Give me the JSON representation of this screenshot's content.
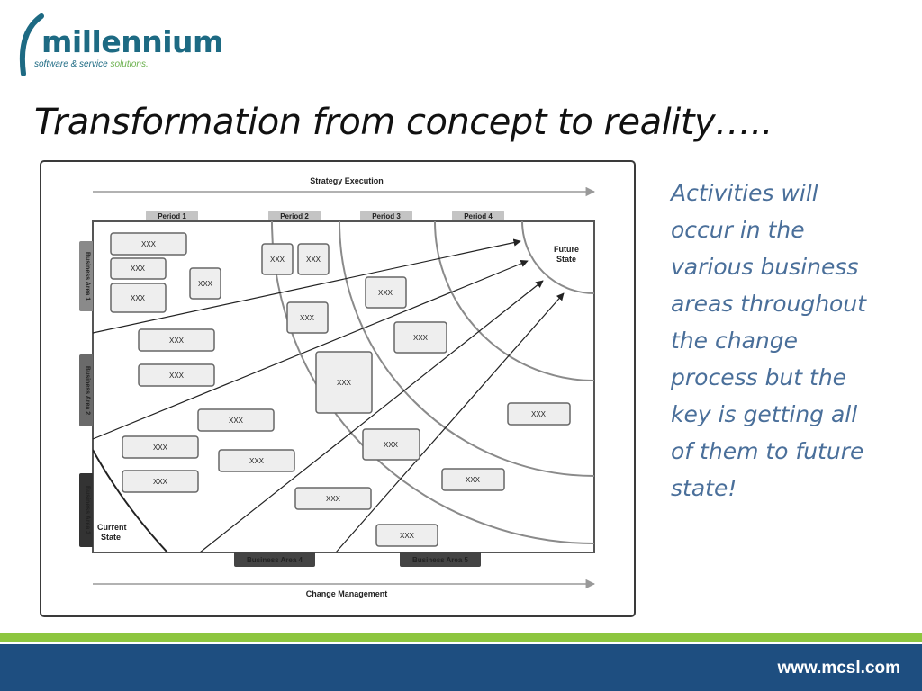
{
  "logo": {
    "name": "millennium",
    "tagline_main": "software & service ",
    "tagline_accent": "solutions."
  },
  "title": "Transformation from concept to reality…..",
  "side_text": "Activities will occur in the various business areas throughout the change process but the key is getting all of them to future state!",
  "footer": {
    "url": "www.mcsl.com"
  },
  "colors": {
    "footer_blue": "#1e4e80",
    "accent_green": "#8dc63f",
    "brand_teal": "#1d6a83",
    "side_text_blue": "#4a6f9a"
  },
  "diagram": {
    "top_label": "Strategy Execution",
    "bottom_label": "Change Management",
    "periods": [
      "Period 1",
      "Period 2",
      "Period 3",
      "Period 4"
    ],
    "left_areas": [
      "Business Area 1",
      "Business Area 2",
      "Business Area 3"
    ],
    "bottom_areas": [
      "Business Area 4",
      "Business Area 5"
    ],
    "current_state": [
      "Current",
      "State"
    ],
    "future_state": [
      "Future",
      "State"
    ],
    "box_label": "XXX"
  }
}
